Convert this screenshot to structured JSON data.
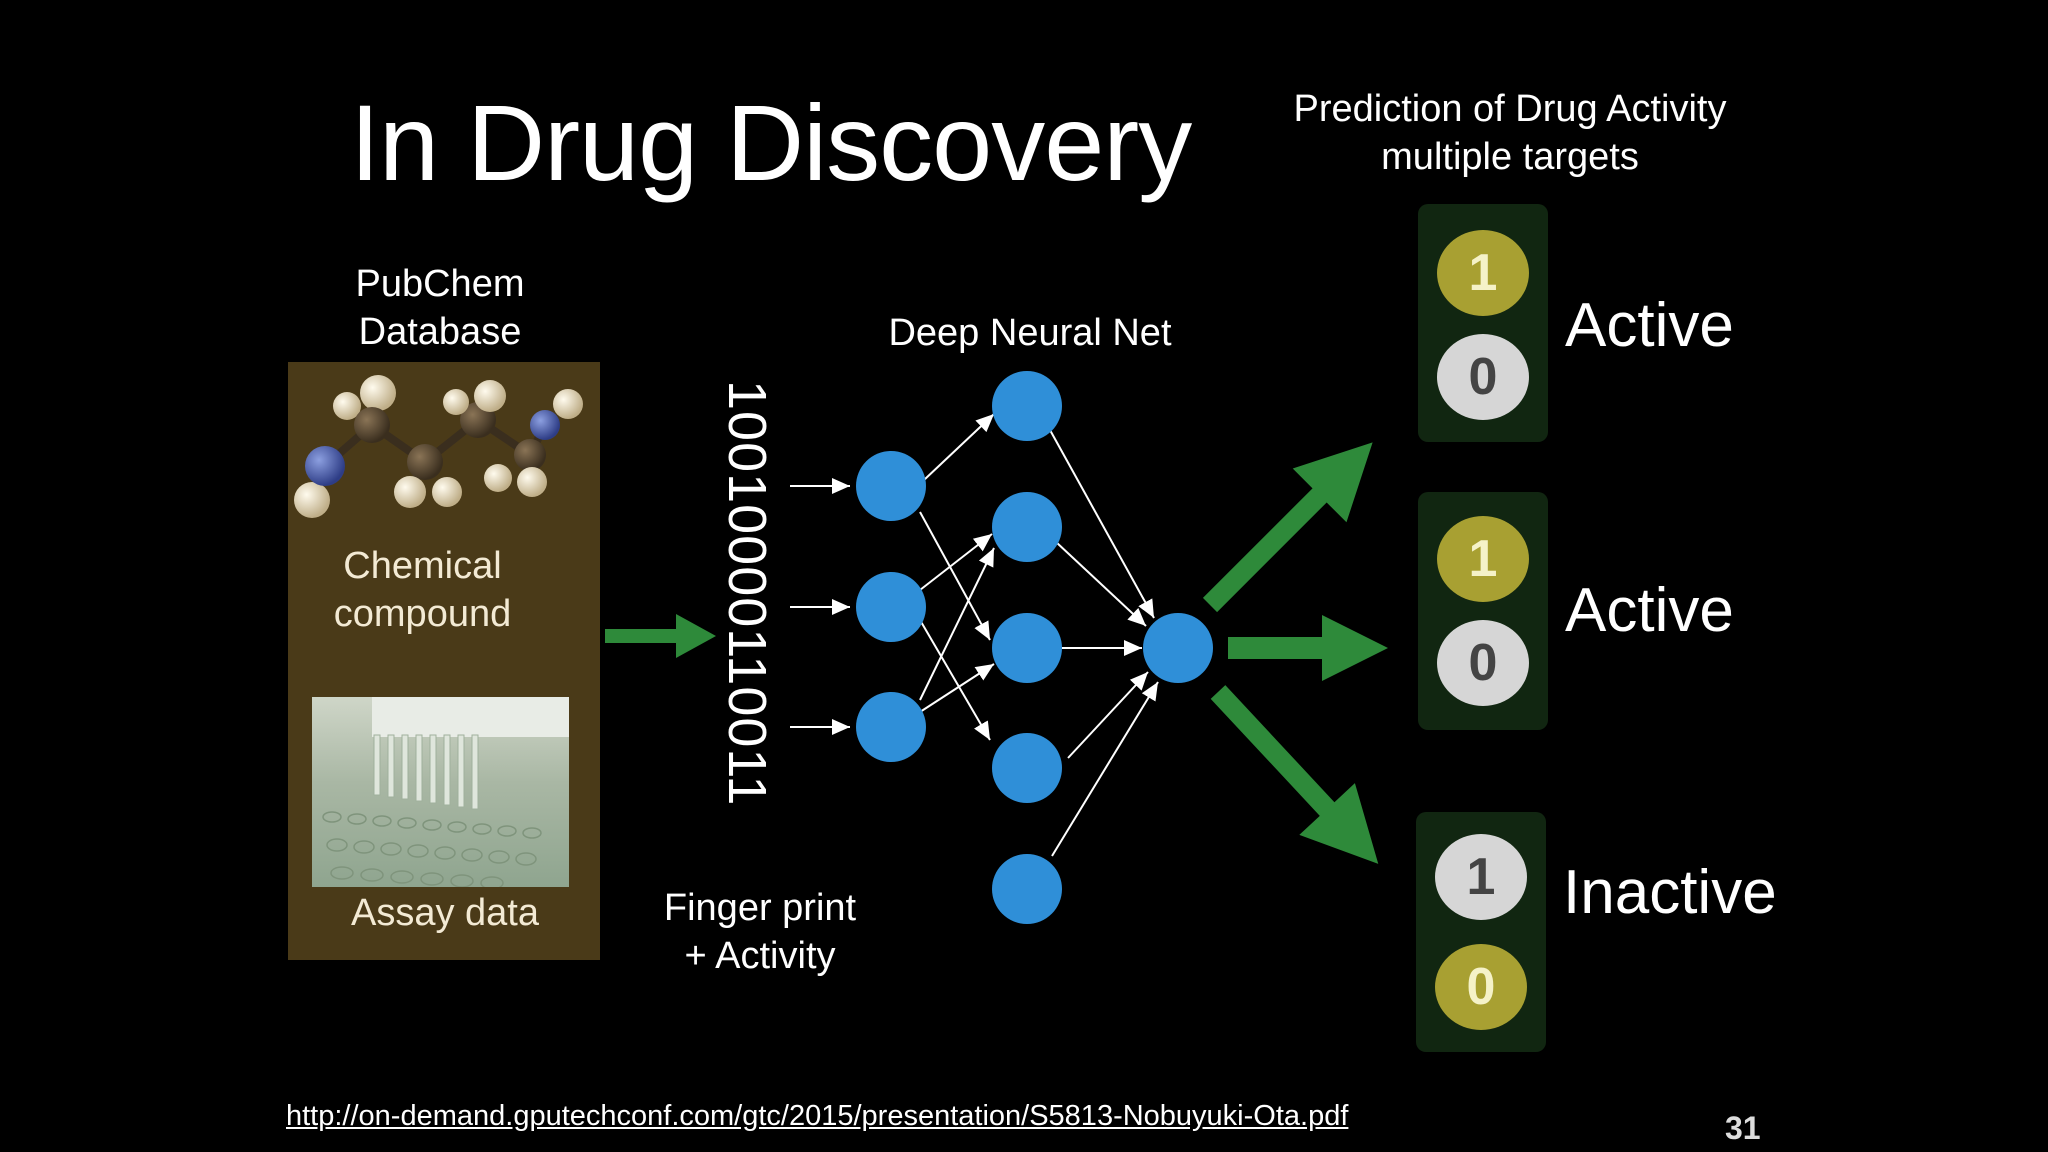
{
  "slide": {
    "title": "In Drug Discovery",
    "prediction_title": [
      "Prediction of Drug Activity",
      "multiple targets"
    ],
    "pubchem": [
      "PubChem",
      "Database"
    ],
    "chemical_label": [
      "Chemical",
      "compound"
    ],
    "assay_label": "Assay data",
    "dnn_label": "Deep Neural Net",
    "fingerprint_bits": "10010000110011",
    "fingerprint_label": [
      "Finger print",
      "+ Activity"
    ],
    "url": "http://on-demand.gputechconf.com/gtc/2015/presentation/S5813-Nobuyuki-Ota.pdf",
    "page_number": "31"
  },
  "outputs": [
    {
      "top_bit": "1",
      "bottom_bit": "0",
      "active_bit": "top",
      "label": "Active"
    },
    {
      "top_bit": "1",
      "bottom_bit": "0",
      "active_bit": "top",
      "label": "Active"
    },
    {
      "top_bit": "1",
      "bottom_bit": "0",
      "active_bit": "bottom",
      "label": "Inactive"
    }
  ],
  "colors": {
    "node": "#2f8fd8",
    "arrow_green": "#2e8a3a",
    "panel": "#4a3a18",
    "bit_on": "#a8a032",
    "bit_off": "#d6d6d6"
  }
}
